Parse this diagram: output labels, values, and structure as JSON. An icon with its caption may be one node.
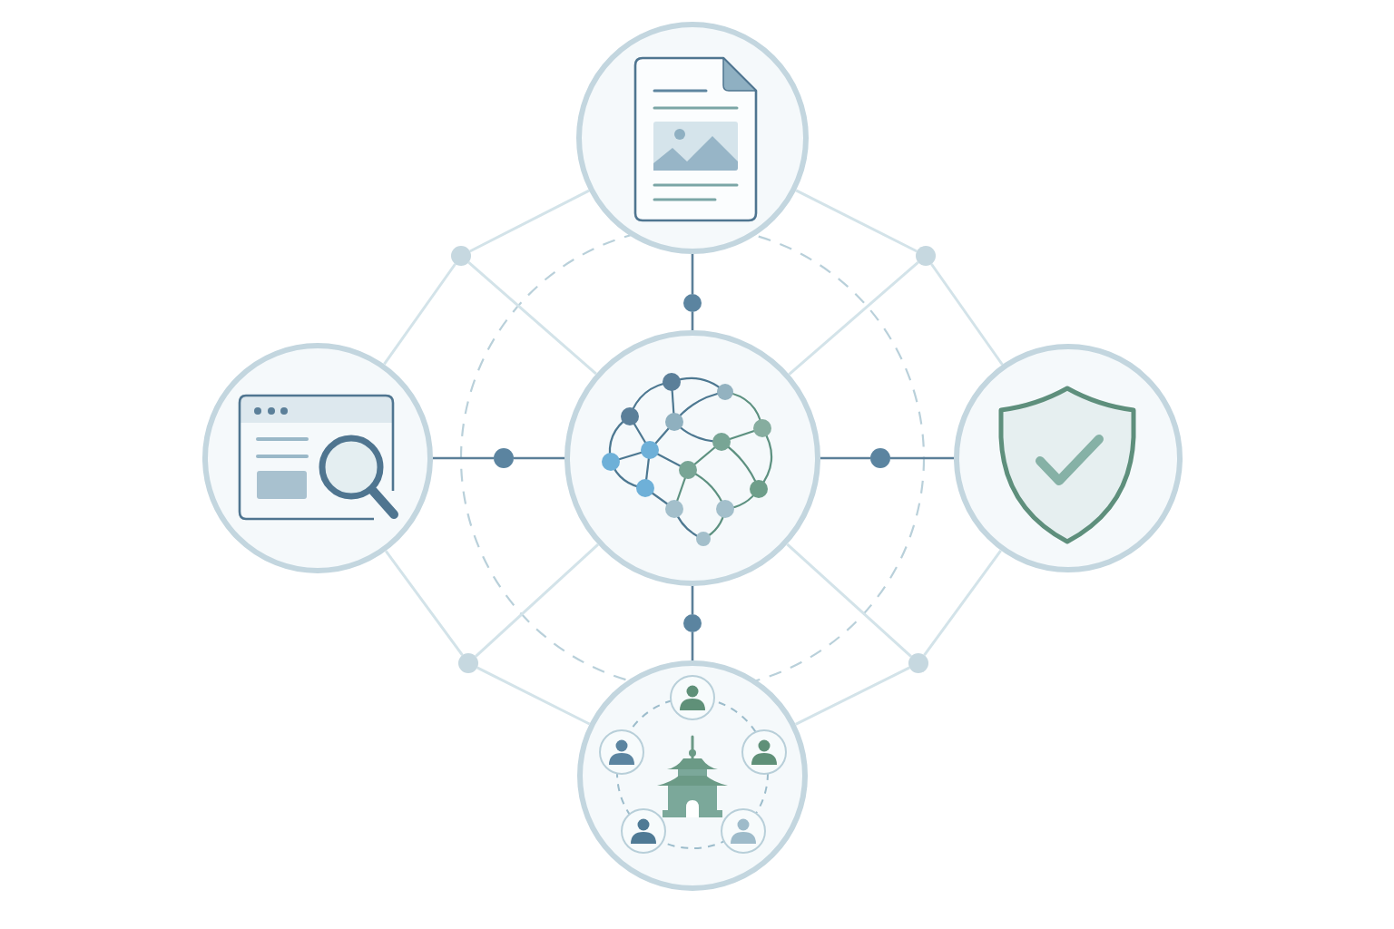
{
  "diagram": {
    "nodes": [
      {
        "text": [],
        "shape": "picture"
      },
      {
        "text": [],
        "shape": "circle"
      },
      {
        "text": [],
        "shape": "circle"
      },
      {
        "text": [],
        "shape": "circle"
      },
      {
        "text": [],
        "shape": "picture"
      },
      {
        "text": [],
        "shape": "circle"
      },
      {
        "text": [],
        "shape": "picture"
      },
      {
        "text": [],
        "shape": "circle"
      },
      {
        "text": [],
        "shape": "picture"
      },
      {
        "text": [],
        "shape": "circle"
      },
      {
        "text": [],
        "shape": "circle"
      },
      {
        "text": [],
        "shape": "circle"
      },
      {
        "text": [],
        "shape": "picture"
      }
    ],
    "edges": [
      {
        "from": 0,
        "to": 3,
        "arrow": "none",
        "color": "#5b7f99"
      },
      {
        "from": 3,
        "to": 6,
        "arrow": "none",
        "color": "#5b7f99"
      },
      {
        "from": 4,
        "to": 5,
        "arrow": "none",
        "color": "#5b7f99"
      },
      {
        "from": 5,
        "to": 6,
        "arrow": "none",
        "color": "#5b7f99"
      },
      {
        "from": 6,
        "to": 7,
        "arrow": "none",
        "color": "#5b7f99"
      },
      {
        "from": 7,
        "to": 8,
        "arrow": "none",
        "color": "#5b7f99"
      },
      {
        "from": 6,
        "to": 9,
        "arrow": "none",
        "color": "#5b7f99"
      },
      {
        "from": 9,
        "to": 12,
        "arrow": "none",
        "color": "#5b7f99"
      },
      {
        "from": 0,
        "to": 1,
        "arrow": "none"
      },
      {
        "from": 1,
        "to": 4,
        "arrow": "none"
      },
      {
        "from": 1,
        "to": 6,
        "arrow": "none"
      },
      {
        "from": 0,
        "to": 2,
        "arrow": "none"
      },
      {
        "from": 2,
        "to": 8,
        "arrow": "none"
      },
      {
        "from": 2,
        "to": 6,
        "arrow": "none"
      },
      {
        "from": 4,
        "to": 10,
        "arrow": "none"
      },
      {
        "from": 10,
        "to": 12,
        "arrow": "none"
      },
      {
        "from": 10,
        "to": 6,
        "arrow": "none"
      },
      {
        "from": 8,
        "to": 11,
        "arrow": "none"
      },
      {
        "from": 11,
        "to": 12,
        "arrow": "none"
      },
      {
        "from": 11,
        "to": 6,
        "arrow": "none"
      }
    ]
  }
}
